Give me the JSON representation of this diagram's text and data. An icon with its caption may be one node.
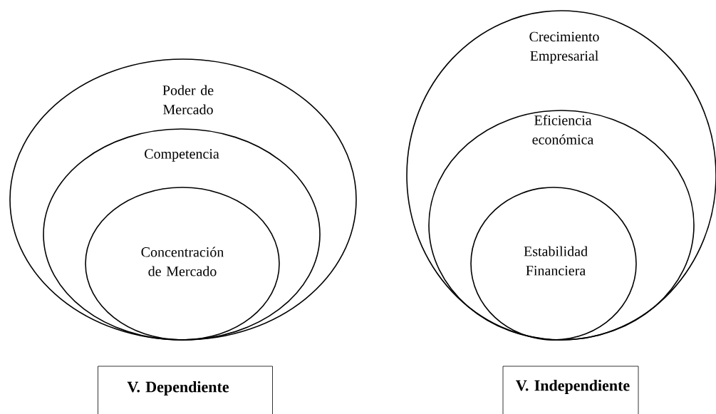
{
  "diagram": {
    "nodes": [
      {
        "text": [
          "Poder de Mercado"
        ]
      },
      {
        "text": [
          "Competencia"
        ],
        "in": 0
      },
      {
        "text": [
          "Concentración de Mercado"
        ],
        "in": 1
      },
      {
        "text": [
          "Crecimiento Empresarial"
        ]
      },
      {
        "text": [
          "Eficiencia económica"
        ],
        "in": 3
      },
      {
        "text": [
          "Estabilidad Financiera"
        ],
        "in": 4
      },
      {
        "text": [
          "V. Dependiente"
        ]
      },
      {
        "text": [
          "V. Independiente"
        ]
      }
    ]
  }
}
